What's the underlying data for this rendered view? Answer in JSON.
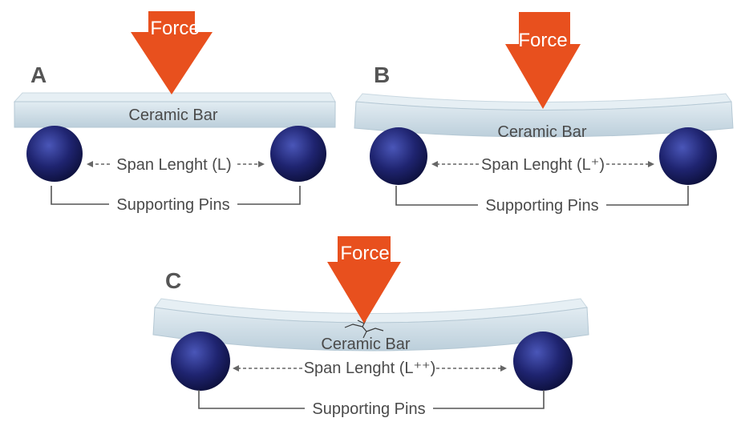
{
  "panels": [
    {
      "letter": "A",
      "force_label": "Force",
      "bar_label": "Ceramic Bar",
      "span_label": "Span Lenght (L)",
      "pins_label": "Supporting Pins"
    },
    {
      "letter": "B",
      "force_label": "Force",
      "bar_label": "Ceramic Bar",
      "span_label": "Span Lenght (L⁺)",
      "pins_label": "Supporting Pins"
    },
    {
      "letter": "C",
      "force_label": "Force",
      "bar_label": "Ceramic Bar",
      "span_label": "Span Lenght (L⁺⁺)",
      "pins_label": "Supporting Pins"
    }
  ],
  "colors": {
    "force_arrow": "#e8501e",
    "bar_top": "#dbe7ee",
    "bar_front": "#c3d6e1",
    "pin": "#1f2470",
    "bracket": "#555555"
  }
}
